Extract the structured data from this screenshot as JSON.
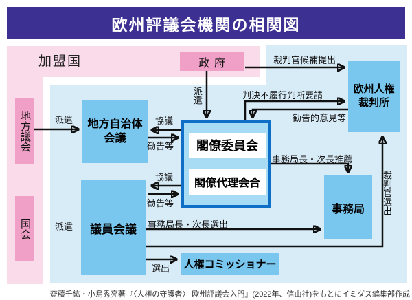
{
  "title": "欧州評議会機関の相関図",
  "regions": {
    "member_states": "加盟国"
  },
  "nodes": {
    "government": "政 府",
    "local_assembly": "地方議会",
    "national_diet": "国会",
    "congress": {
      "line1": "地方自治体",
      "line2": "会議"
    },
    "assembly": "議員会議",
    "committee": "閣僚委員会",
    "deputies": "閣僚代理会合",
    "echr": {
      "line1": "欧州人権",
      "line2": "裁判所"
    },
    "secretariat": "事務局",
    "commissioner": "人権コミッショナー"
  },
  "edge_labels": {
    "dispatch_local": "派遣",
    "dispatch_national": "派遣",
    "dispatch_gov": "派遣",
    "consult_upper": "協議",
    "recommend_upper": "勧告等",
    "consult_lower": "協議",
    "recommend_lower": "勧告等",
    "judge_candidates": "裁判官候補提出",
    "noncompliance_request": "判決不履行判断要請",
    "advisory_opinions": "勧告的意見等",
    "sg_deputy_recommend": "事務局長・次長推薦",
    "sg_deputy_elect": "事務局長・次長選出",
    "judge_elect": "裁判官選出",
    "elect": "選出"
  },
  "caption": "齋藤千紘・小島秀亮著『〈人権の守護者〉 欧州評議会入門』(2022年、信山社)をもとにイミダス編集部作成",
  "colors": {
    "title_bar": "#3c3193",
    "member_area_pink": "#f9dbe9",
    "pink_box": "#f0a0c7",
    "council_area_blue": "#d8ecf8",
    "blue_box": "#79c7ef",
    "committee_fill": "#a8dcf5",
    "committee_border": "#0f6fc6",
    "arrow": "#111111"
  }
}
